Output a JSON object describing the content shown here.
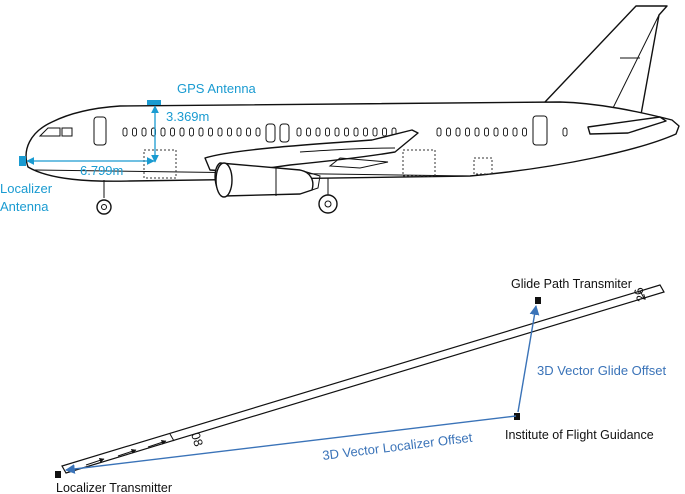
{
  "aircraft": {
    "gps_label": "GPS Antenna",
    "localizer_label_line1": "Localizer",
    "localizer_label_line2": "Antenna",
    "vertical_offset": "3.369m",
    "horizontal_offset": "6.799m"
  },
  "runway": {
    "glide_path_label": "Glide Path Transmiter",
    "ifg_label": "Institute of Flight Guidance",
    "localizer_tx_label": "Localizer Transmitter",
    "glide_vector_label": "3D Vector Glide Offset",
    "localizer_vector_label": "3D Vector Localizer Offset",
    "runway_number_left": "08",
    "runway_number_right": "26"
  },
  "colors": {
    "antenna": "#1a9bd1",
    "vector": "#3a73b8",
    "line": "#111111"
  }
}
